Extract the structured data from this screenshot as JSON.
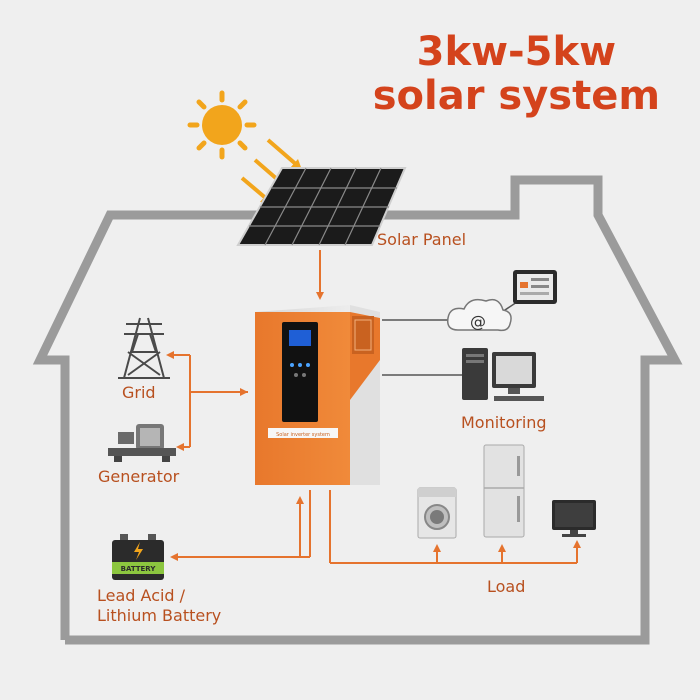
{
  "title": {
    "line1": "3kw-5kw",
    "line2": "solar system"
  },
  "labels": {
    "solar_panel": "Solar Panel",
    "grid": "Grid",
    "generator": "Generator",
    "monitoring": "Monitoring",
    "load": "Load",
    "battery_line1": "Lead Acid /",
    "battery_line2": "Lithium Battery",
    "battery_text": "BATTERY",
    "inverter_brand": "Solar inverter system",
    "email_symbol": "@"
  },
  "colors": {
    "accent": "#e5732e",
    "title": "#d4431c",
    "house_outline": "#9b9b9b",
    "arrow": "#e5732e"
  }
}
